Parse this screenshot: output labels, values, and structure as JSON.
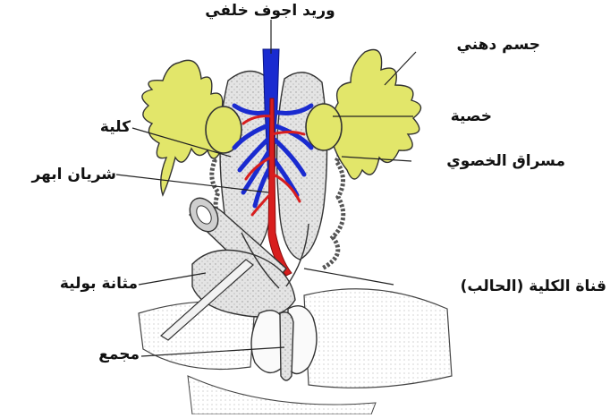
{
  "labels": {
    "posterior_vena_cava": "وريد اجوف خلفي",
    "fat_body": "جسم دهني",
    "testis": "خصية",
    "kidney": "كلية",
    "mesorchium": "مسراق الخصوي",
    "dorsal_aorta": "شريان ابهر",
    "urinary_bladder": "مثانة بولية",
    "ureter": "قناة الكلية (الحالب)",
    "cloaca": "مجمع"
  },
  "colors": {
    "fat_body": "#e2e66a",
    "vein": "#1a2bd0",
    "artery": "#d81e1e",
    "organ_fill": "#dcdcdc",
    "outline": "#222222"
  }
}
